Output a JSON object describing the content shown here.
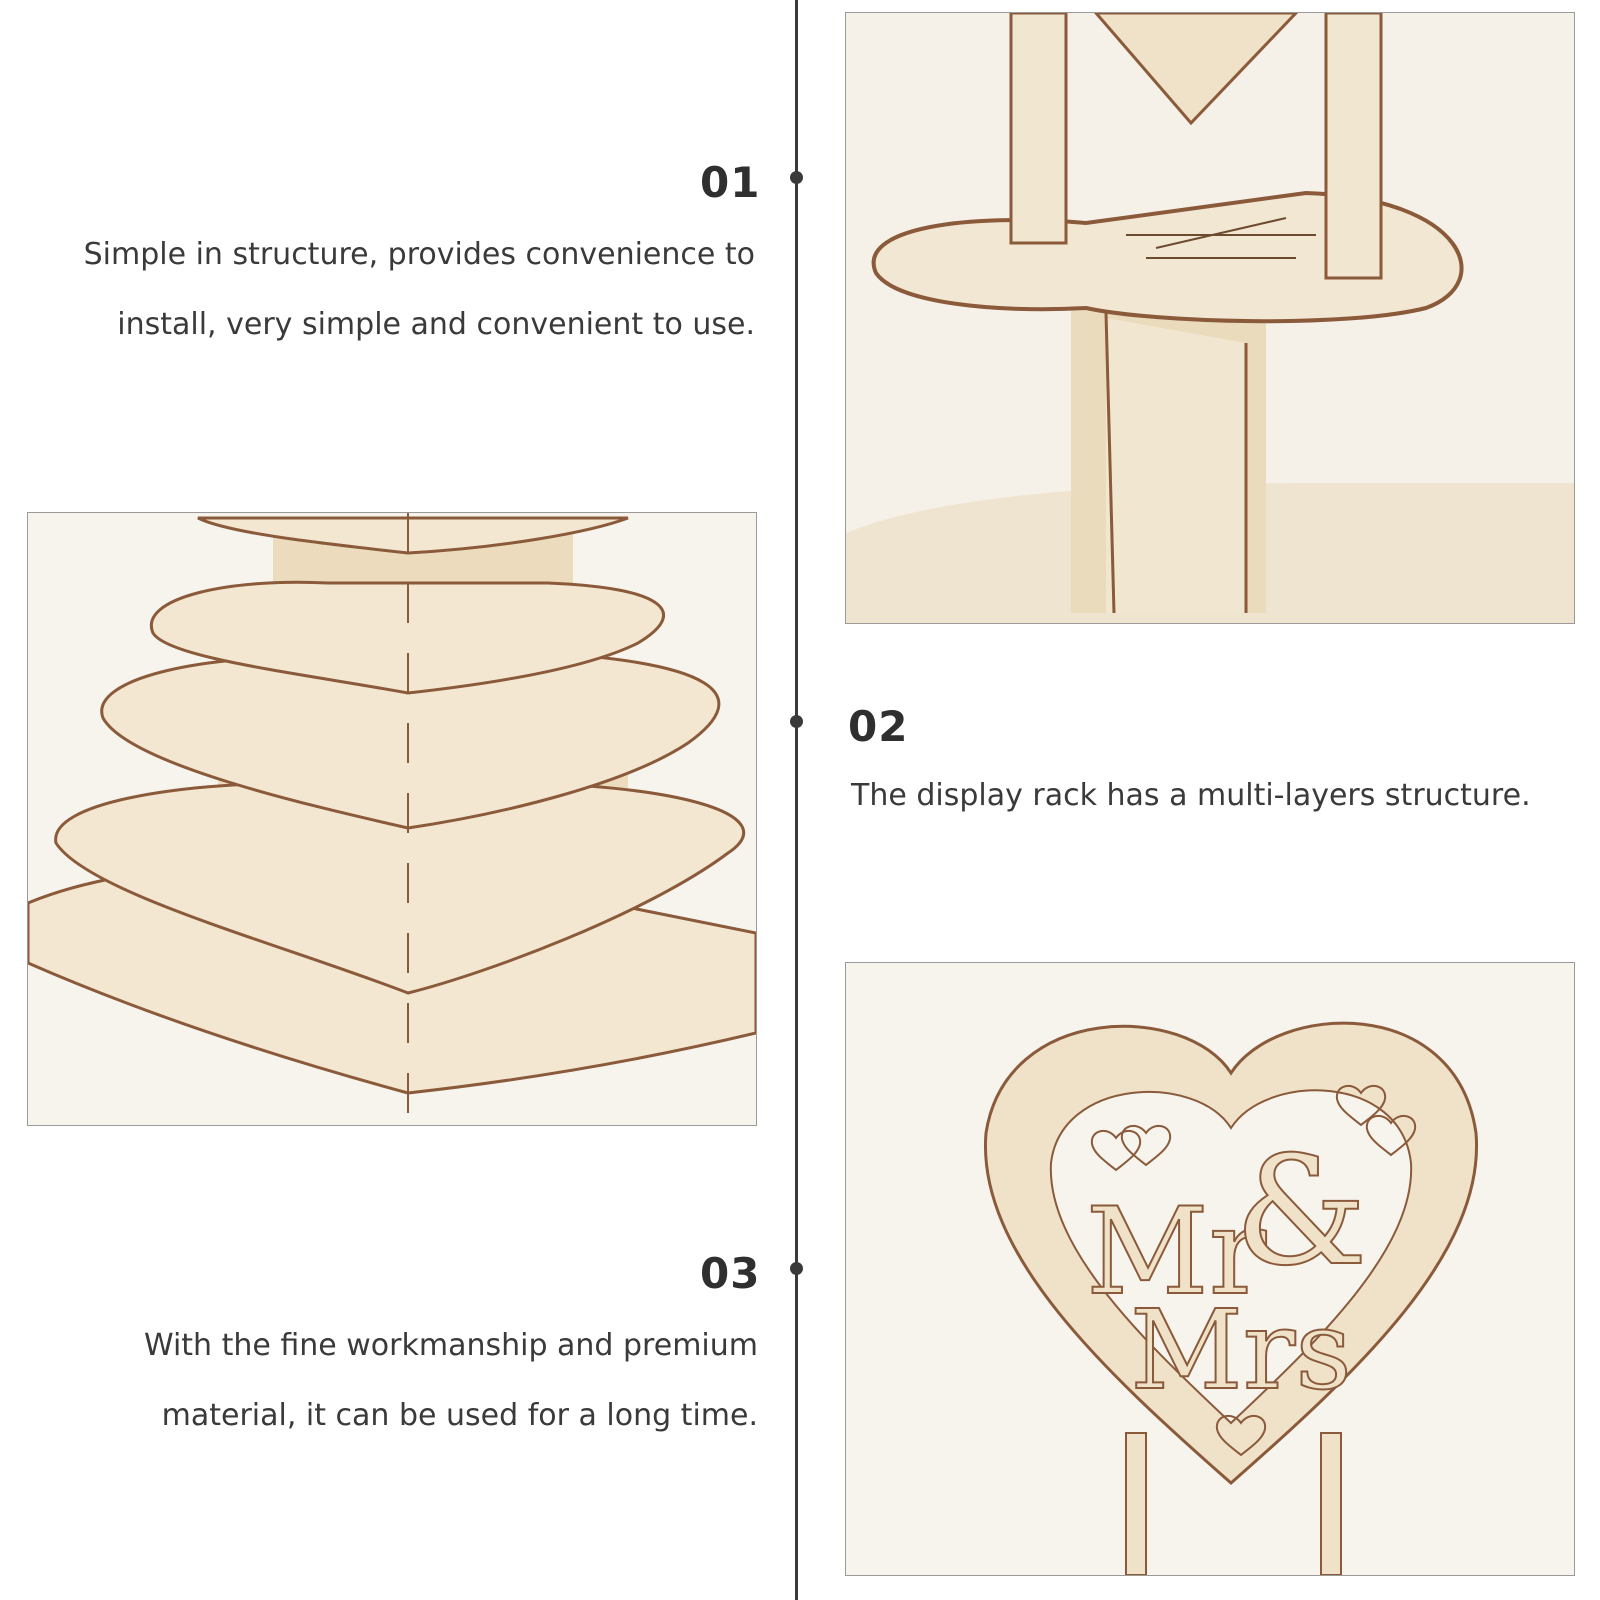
{
  "features": [
    {
      "number": "01",
      "lines": [
        "Simple in structure, provides convenience to",
        "install, very simple and convenient to use."
      ]
    },
    {
      "number": "02",
      "lines": [
        "The display rack has a multi-layers structure."
      ]
    },
    {
      "number": "03",
      "lines": [
        "With the fine workmanship and premium",
        "material, it can be used for a long time."
      ]
    }
  ],
  "images": {
    "rack_tiers": "tiered-heart-rack-photo",
    "rack_top_detail": "heart-stand-detail-photo",
    "topper": "mr-mrs-heart-topper-photo"
  },
  "colors": {
    "wood": "#efe2c8",
    "wood_edge": "#8a5a3a",
    "text": "#333333",
    "line": "#3a3a3a"
  }
}
